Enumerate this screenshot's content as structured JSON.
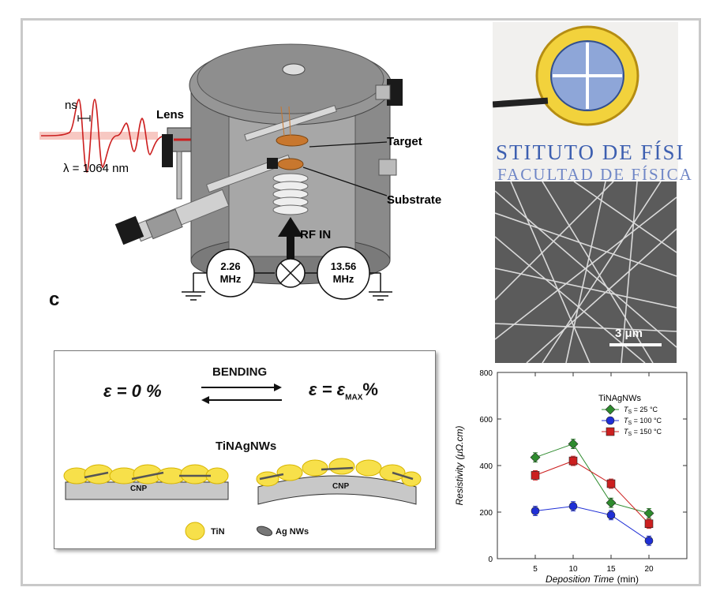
{
  "panel_label": "c",
  "setup": {
    "pulse_label": "ns",
    "wavelength_label": "λ = 1064 nm",
    "lens_label": "Lens",
    "target_label": "Target",
    "substrate_label": "Substrate",
    "rf_label": "RF IN",
    "rf_left": {
      "line1": "2.26",
      "line2": "MHz"
    },
    "rf_right": {
      "line1": "13.56",
      "line2": "MHz"
    }
  },
  "logo": {
    "institute_line1": "STITUTO DE FÍSI",
    "institute_line2": "FACULTAD DE FÍSICA"
  },
  "sem": {
    "scale_label": "3 μm"
  },
  "bending": {
    "arrow_label": "BENDING",
    "eps_left": "ε = 0 %",
    "eps_right_main": "ε = ε",
    "eps_right_sub": "MAX",
    "eps_right_tail": "%",
    "material_title": "TiNAgNWs",
    "substrate_left": "CNP",
    "substrate_right": "CNP",
    "legend_tin": "TiN",
    "legend_ag": "Ag NWs",
    "colors": {
      "tin": "#f7e04a",
      "ag": "#777777",
      "substrate": "#c8c8c8"
    }
  },
  "chart_data": {
    "type": "line",
    "x": [
      5,
      10,
      15,
      20
    ],
    "xlabel_main": "Deposition Time",
    "xlabel_unit": "(min)",
    "ylabel_main": "Resistivity",
    "ylabel_unit": "(μΩ.cm)",
    "xlim": [
      0,
      25
    ],
    "ylim": [
      0,
      800
    ],
    "xticks": [
      5,
      10,
      15,
      20
    ],
    "yticks": [
      0,
      200,
      400,
      600,
      800
    ],
    "legend_title": "TiNAgNWs",
    "legend_placement": "top-right",
    "series": [
      {
        "name": "T_S = 25 °C",
        "label_sym": "T",
        "label_sub": "S",
        "label_rest": " = 25 °C",
        "marker": "diamond",
        "color": "#2e8b2e",
        "values": [
          435,
          493,
          240,
          195
        ],
        "errors": [
          20,
          20,
          20,
          20
        ]
      },
      {
        "name": "T_S = 100 °C",
        "label_sym": "T",
        "label_sub": "S",
        "label_rest": " = 100 °C",
        "marker": "circle",
        "color": "#1f2fd6",
        "values": [
          205,
          225,
          187,
          77
        ],
        "errors": [
          20,
          20,
          20,
          20
        ]
      },
      {
        "name": "T_S = 150 °C",
        "label_sym": "T",
        "label_sub": "S",
        "label_rest": " = 150 °C",
        "marker": "square",
        "color": "#cc1f1f",
        "values": [
          358,
          420,
          322,
          150
        ],
        "errors": [
          20,
          20,
          20,
          20
        ]
      }
    ]
  }
}
